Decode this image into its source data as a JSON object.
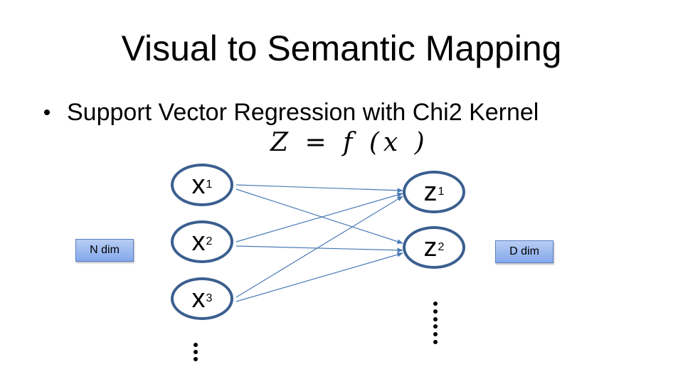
{
  "title": "Visual to Semantic Mapping",
  "bullet": "Support Vector Regression with Chi2 Kernel",
  "formula": "Z = f (x )",
  "input_nodes": [
    {
      "var": "x",
      "sub": "1"
    },
    {
      "var": "x",
      "sub": "2"
    },
    {
      "var": "x",
      "sub": "3"
    }
  ],
  "output_nodes": [
    {
      "var": "z",
      "sub": "1"
    },
    {
      "var": "z",
      "sub": "2"
    }
  ],
  "labels": {
    "input_dim": "N dim",
    "output_dim": "D dim"
  },
  "colors": {
    "node_border": "#3b5f8f",
    "edge": "#4a7ab5",
    "label_fill": "#9bbbef"
  }
}
